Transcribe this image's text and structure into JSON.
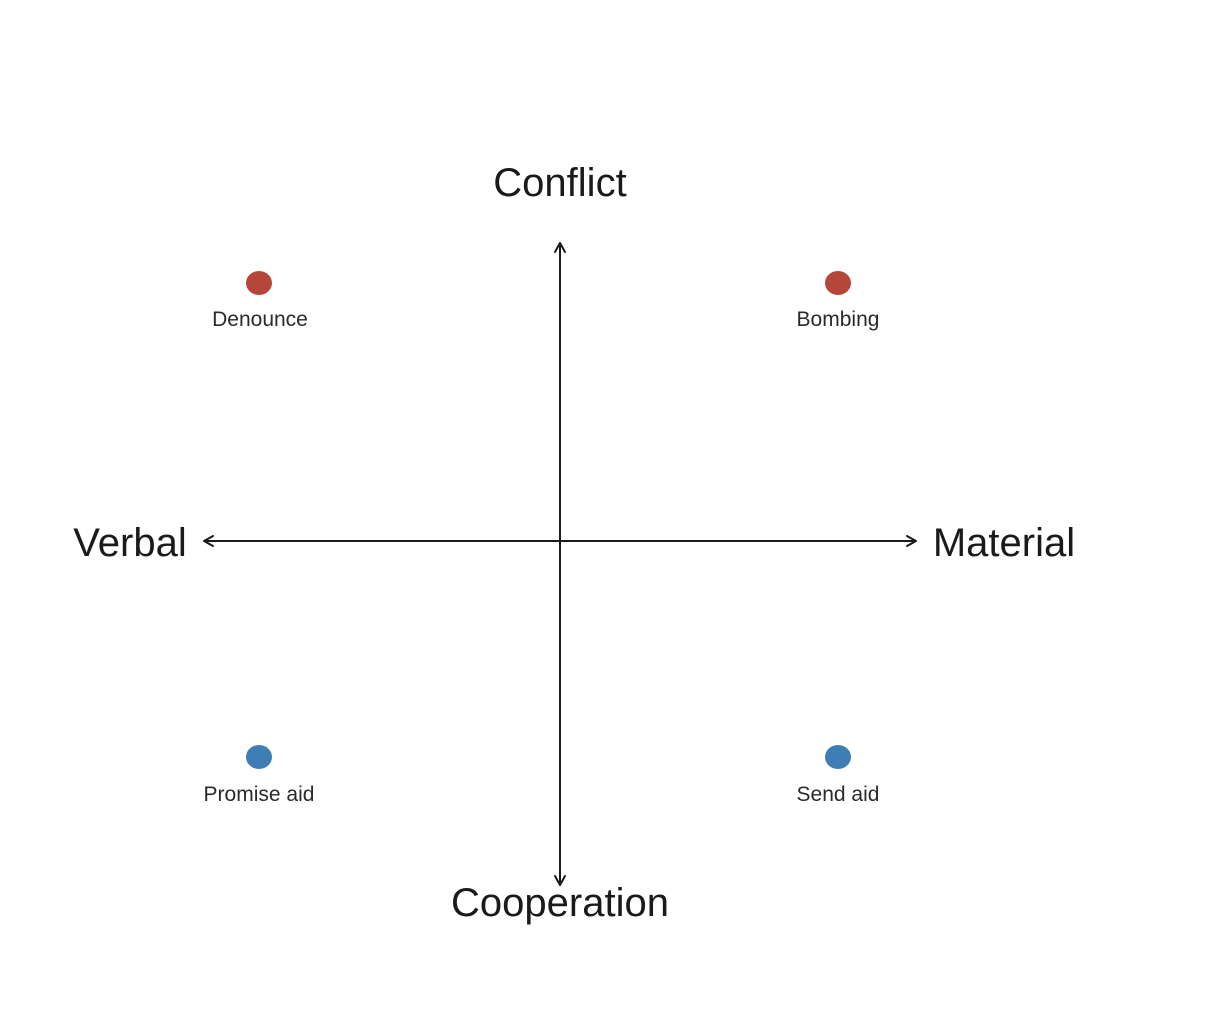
{
  "axes": {
    "top": "Conflict",
    "bottom": "Cooperation",
    "left": "Verbal",
    "right": "Material"
  },
  "colors": {
    "conflict": "#b5473a",
    "cooperation": "#3d7fb5",
    "axis": "#1a1a1a"
  },
  "points": [
    {
      "label": "Denounce",
      "quadrant": "verbal-conflict",
      "group": "conflict"
    },
    {
      "label": "Bombing",
      "quadrant": "material-conflict",
      "group": "conflict"
    },
    {
      "label": "Promise aid",
      "quadrant": "verbal-cooperation",
      "group": "cooperation"
    },
    {
      "label": "Send aid",
      "quadrant": "material-cooperation",
      "group": "cooperation"
    }
  ]
}
